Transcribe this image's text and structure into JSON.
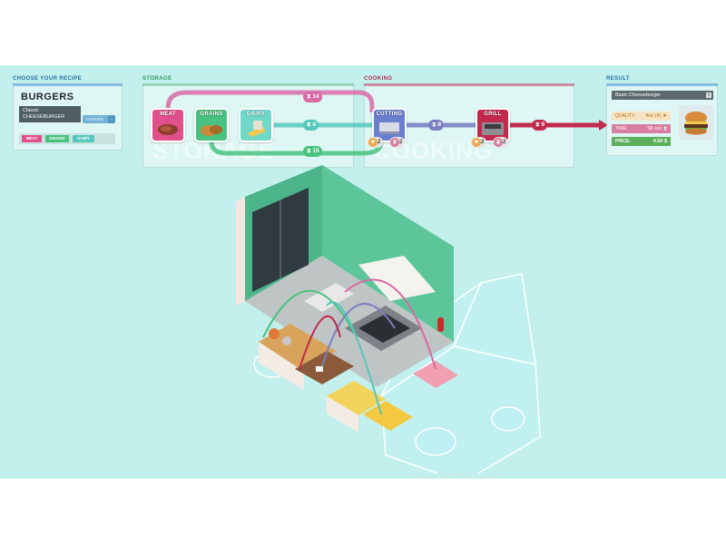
{
  "recipe": {
    "section_title": "Choose your recipe",
    "name": "BURGERS",
    "variant_line1": "Classic",
    "variant_line2": "CHEESEBURGER",
    "change_label": "CHANGE",
    "change_arrow": "›",
    "tags": [
      {
        "label": "MEAT",
        "color": "#e0508a"
      },
      {
        "label": "GRAINS",
        "color": "#49c27f"
      },
      {
        "label": "DAIRY",
        "color": "#55c7bb"
      }
    ],
    "accent": "#1f8fd0"
  },
  "storage": {
    "section_title": "Storage",
    "watermark": "STORAGE",
    "accent": "#49c27f",
    "stations": [
      {
        "label": "MEAT",
        "color": "#e0508a"
      },
      {
        "label": "GRAINS",
        "color": "#49c27f"
      },
      {
        "label": "DAIRY",
        "color": "#6fd8c8"
      }
    ],
    "routes": [
      {
        "time": "14",
        "color": "#d86aa5"
      },
      {
        "time": "8",
        "color": "#55c7bb"
      },
      {
        "time": "15",
        "color": "#49c27f"
      }
    ]
  },
  "cooking": {
    "section_title": "Cooking",
    "watermark": "COOKING",
    "accent": "#b52a52",
    "stations": [
      {
        "label": "CUTTING",
        "color": "#6b7fd1",
        "quality": "2",
        "time": "2"
      },
      {
        "label": "GRILL",
        "color": "#c2294d",
        "quality": "2",
        "time": "2"
      }
    ],
    "routes": [
      {
        "time": "8",
        "color": "#7a7fc2"
      },
      {
        "time": "9",
        "color": "#c2294d"
      }
    ]
  },
  "result": {
    "section_title": "Result",
    "accent": "#1f8fd0",
    "dish_name": "Basic Cheeseburger",
    "edit_icon": "pencil-icon",
    "quality_label": "QUALITY:",
    "quality_value": "fine (4)",
    "time_label": "TIME:",
    "time_value": "58 sec",
    "price_label": "PRICE:",
    "price_value": "4.50",
    "currency": "$",
    "colors": {
      "quality": "#e8a94c",
      "time": "#d87e9e",
      "price": "#5cae58"
    }
  }
}
